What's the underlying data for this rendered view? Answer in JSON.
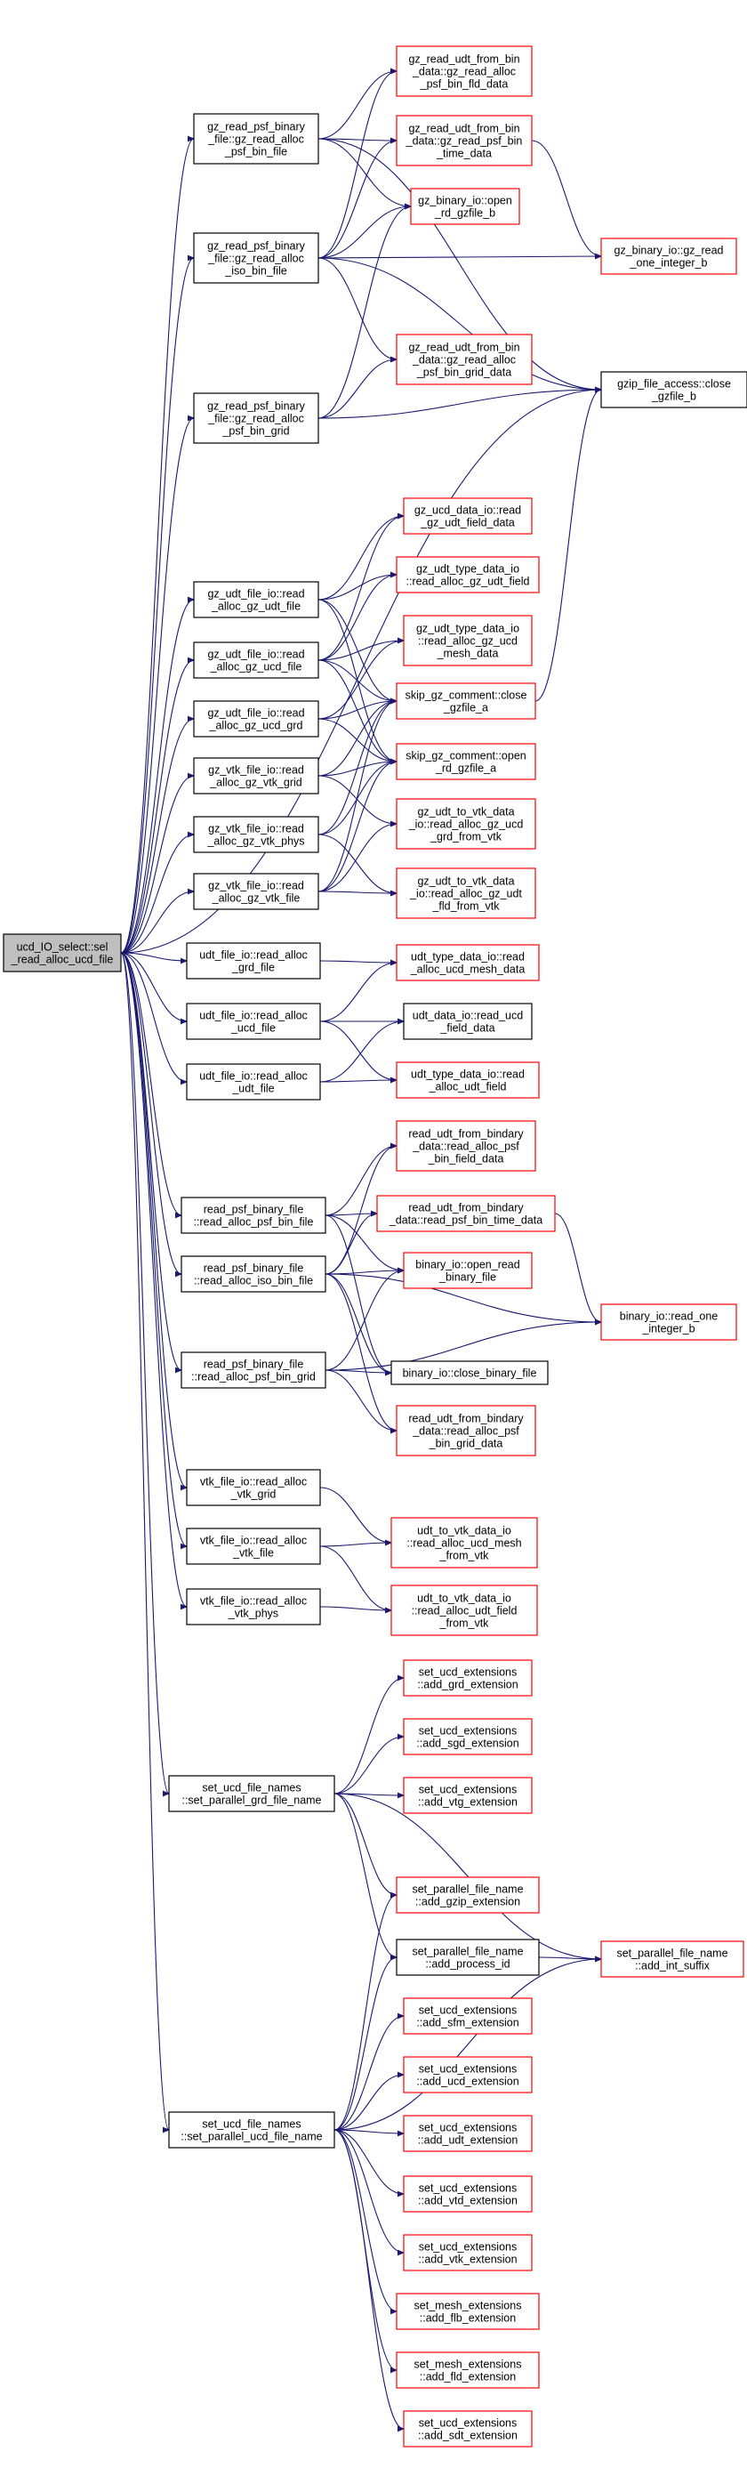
{
  "colors": {
    "edge": "#191970",
    "border_normal": "#000000",
    "border_external": "#ff0000",
    "fill_normal": "#ffffff",
    "fill_root": "#bfbfbf",
    "text": "#000000"
  },
  "nodes": [
    {
      "id": "root",
      "kind": "root",
      "lines": [
        "ucd_IO_select::sel",
        "_read_alloc_ucd_file"
      ]
    },
    {
      "id": "n_gzpsfbin",
      "kind": "normal",
      "lines": [
        "gz_read_psf_binary",
        "_file::gz_read_alloc",
        "_psf_bin_file"
      ]
    },
    {
      "id": "n_gzisobin",
      "kind": "normal",
      "lines": [
        "gz_read_psf_binary",
        "_file::gz_read_alloc",
        "_iso_bin_file"
      ]
    },
    {
      "id": "n_gzpsfgrid",
      "kind": "normal",
      "lines": [
        "gz_read_psf_binary",
        "_file::gz_read_alloc",
        "_psf_bin_grid"
      ]
    },
    {
      "id": "t_fld_data",
      "kind": "external",
      "lines": [
        "gz_read_udt_from_bin",
        "_data::gz_read_alloc",
        "_psf_bin_fld_data"
      ]
    },
    {
      "id": "t_time_data",
      "kind": "external",
      "lines": [
        "gz_read_udt_from_bin",
        "_data::gz_read_psf_bin",
        "_time_data"
      ]
    },
    {
      "id": "t_open_gz_b",
      "kind": "external",
      "lines": [
        "gz_binary_io::open",
        "_rd_gzfile_b"
      ]
    },
    {
      "id": "t_read_int_b",
      "kind": "external",
      "lines": [
        "gz_binary_io::gz_read",
        "_one_integer_b"
      ]
    },
    {
      "id": "t_grid_data",
      "kind": "external",
      "lines": [
        "gz_read_udt_from_bin",
        "_data::gz_read_alloc",
        "_psf_bin_grid_data"
      ]
    },
    {
      "id": "t_close_gz_b",
      "kind": "normal",
      "lines": [
        "gzip_file_access::close",
        "_gzfile_b"
      ]
    },
    {
      "id": "n_gzudt",
      "kind": "normal",
      "lines": [
        "gz_udt_file_io::read",
        "_alloc_gz_udt_file"
      ]
    },
    {
      "id": "n_gzucd",
      "kind": "normal",
      "lines": [
        "gz_udt_file_io::read",
        "_alloc_gz_ucd_file"
      ]
    },
    {
      "id": "n_gzucdgrd",
      "kind": "normal",
      "lines": [
        "gz_udt_file_io::read",
        "_alloc_gz_ucd_grd"
      ]
    },
    {
      "id": "n_gzvtkgrid",
      "kind": "normal",
      "lines": [
        "gz_vtk_file_io::read",
        "_alloc_gz_vtk_grid"
      ]
    },
    {
      "id": "n_gzvtkphys",
      "kind": "normal",
      "lines": [
        "gz_vtk_file_io::read",
        "_alloc_gz_vtk_phys"
      ]
    },
    {
      "id": "n_gzvtkfile",
      "kind": "normal",
      "lines": [
        "gz_vtk_file_io::read",
        "_alloc_gz_vtk_file"
      ]
    },
    {
      "id": "t_gz_udt_fld",
      "kind": "external",
      "lines": [
        "gz_ucd_data_io::read",
        "_gz_udt_field_data"
      ]
    },
    {
      "id": "t_gz_type_fld",
      "kind": "external",
      "lines": [
        "gz_udt_type_data_io",
        "::read_alloc_gz_udt_field"
      ]
    },
    {
      "id": "t_gz_type_mesh",
      "kind": "external",
      "lines": [
        "gz_udt_type_data_io",
        "::read_alloc_gz_ucd",
        "_mesh_data"
      ]
    },
    {
      "id": "t_skip_close",
      "kind": "external",
      "lines": [
        "skip_gz_comment::close",
        "_gzfile_a"
      ]
    },
    {
      "id": "t_skip_open",
      "kind": "external",
      "lines": [
        "skip_gz_comment::open",
        "_rd_gzfile_a"
      ]
    },
    {
      "id": "t_gz_vtk_grd",
      "kind": "external",
      "lines": [
        "gz_udt_to_vtk_data",
        "_io::read_alloc_gz_ucd",
        "_grd_from_vtk"
      ]
    },
    {
      "id": "t_gz_vtk_fld",
      "kind": "external",
      "lines": [
        "gz_udt_to_vtk_data",
        "_io::read_alloc_gz_udt",
        "_fld_from_vtk"
      ]
    },
    {
      "id": "n_udtgrd",
      "kind": "normal",
      "lines": [
        "udt_file_io::read_alloc",
        "_grd_file"
      ]
    },
    {
      "id": "n_udtucd",
      "kind": "normal",
      "lines": [
        "udt_file_io::read_alloc",
        "_ucd_file"
      ]
    },
    {
      "id": "n_udtudt",
      "kind": "normal",
      "lines": [
        "udt_file_io::read_alloc",
        "_udt_file"
      ]
    },
    {
      "id": "t_udt_mesh",
      "kind": "external",
      "lines": [
        "udt_type_data_io::read",
        "_alloc_ucd_mesh_data"
      ]
    },
    {
      "id": "t_udt_field",
      "kind": "normal",
      "lines": [
        "udt_data_io::read_ucd",
        "_field_data"
      ]
    },
    {
      "id": "t_udt_type_fld",
      "kind": "external",
      "lines": [
        "udt_type_data_io::read",
        "_alloc_udt_field"
      ]
    },
    {
      "id": "n_psfbin",
      "kind": "normal",
      "lines": [
        "read_psf_binary_file",
        "::read_alloc_psf_bin_file"
      ]
    },
    {
      "id": "n_isobin",
      "kind": "normal",
      "lines": [
        "read_psf_binary_file",
        "::read_alloc_iso_bin_file"
      ]
    },
    {
      "id": "n_psfgrid",
      "kind": "normal",
      "lines": [
        "read_psf_binary_file",
        "::read_alloc_psf_bin_grid"
      ]
    },
    {
      "id": "t_bin_fld",
      "kind": "external",
      "lines": [
        "read_udt_from_bindary",
        "_data::read_alloc_psf",
        "_bin_field_data"
      ]
    },
    {
      "id": "t_bin_time",
      "kind": "external",
      "lines": [
        "read_udt_from_bindary",
        "_data::read_psf_bin_time_data"
      ]
    },
    {
      "id": "t_bin_open",
      "kind": "external",
      "lines": [
        "binary_io::open_read",
        "_binary_file"
      ]
    },
    {
      "id": "t_bin_readint",
      "kind": "external",
      "lines": [
        "binary_io::read_one",
        "_integer_b"
      ]
    },
    {
      "id": "t_bin_close",
      "kind": "normal",
      "lines": [
        "binary_io::close_binary_file"
      ]
    },
    {
      "id": "t_bin_grid",
      "kind": "external",
      "lines": [
        "read_udt_from_bindary",
        "_data::read_alloc_psf",
        "_bin_grid_data"
      ]
    },
    {
      "id": "n_vtkgrid",
      "kind": "normal",
      "lines": [
        "vtk_file_io::read_alloc",
        "_vtk_grid"
      ]
    },
    {
      "id": "n_vtkfile",
      "kind": "normal",
      "lines": [
        "vtk_file_io::read_alloc",
        "_vtk_file"
      ]
    },
    {
      "id": "n_vtkphys",
      "kind": "normal",
      "lines": [
        "vtk_file_io::read_alloc",
        "_vtk_phys"
      ]
    },
    {
      "id": "t_vtk_mesh",
      "kind": "external",
      "lines": [
        "udt_to_vtk_data_io",
        "::read_alloc_ucd_mesh",
        "_from_vtk"
      ]
    },
    {
      "id": "t_vtk_fld",
      "kind": "external",
      "lines": [
        "udt_to_vtk_data_io",
        "::read_alloc_udt_field",
        "_from_vtk"
      ]
    },
    {
      "id": "n_setgrd",
      "kind": "normal",
      "lines": [
        "set_ucd_file_names",
        "::set_parallel_grd_file_name"
      ]
    },
    {
      "id": "n_setucd",
      "kind": "normal",
      "lines": [
        "set_ucd_file_names",
        "::set_parallel_ucd_file_name"
      ]
    },
    {
      "id": "t_ext_grd",
      "kind": "external",
      "lines": [
        "set_ucd_extensions",
        "::add_grd_extension"
      ]
    },
    {
      "id": "t_ext_sgd",
      "kind": "external",
      "lines": [
        "set_ucd_extensions",
        "::add_sgd_extension"
      ]
    },
    {
      "id": "t_ext_vtg",
      "kind": "external",
      "lines": [
        "set_ucd_extensions",
        "::add_vtg_extension"
      ]
    },
    {
      "id": "t_gzip_ext",
      "kind": "external",
      "lines": [
        "set_parallel_file_name",
        "::add_gzip_extension"
      ]
    },
    {
      "id": "t_process_id",
      "kind": "normal",
      "lines": [
        "set_parallel_file_name",
        "::add_process_id"
      ]
    },
    {
      "id": "t_int_suffix",
      "kind": "external",
      "lines": [
        "set_parallel_file_name",
        "::add_int_suffix"
      ]
    },
    {
      "id": "t_ext_sfm",
      "kind": "external",
      "lines": [
        "set_ucd_extensions",
        "::add_sfm_extension"
      ]
    },
    {
      "id": "t_ext_ucd",
      "kind": "external",
      "lines": [
        "set_ucd_extensions",
        "::add_ucd_extension"
      ]
    },
    {
      "id": "t_ext_udt",
      "kind": "external",
      "lines": [
        "set_ucd_extensions",
        "::add_udt_extension"
      ]
    },
    {
      "id": "t_ext_vtd",
      "kind": "external",
      "lines": [
        "set_ucd_extensions",
        "::add_vtd_extension"
      ]
    },
    {
      "id": "t_ext_vtk",
      "kind": "external",
      "lines": [
        "set_ucd_extensions",
        "::add_vtk_extension"
      ]
    },
    {
      "id": "t_ext_flb",
      "kind": "external",
      "lines": [
        "set_mesh_extensions",
        "::add_flb_extension"
      ]
    },
    {
      "id": "t_ext_fld",
      "kind": "external",
      "lines": [
        "set_mesh_extensions",
        "::add_fld_extension"
      ]
    },
    {
      "id": "t_ext_sdt",
      "kind": "external",
      "lines": [
        "set_ucd_extensions",
        "::add_sdt_extension"
      ]
    }
  ],
  "edges": [
    [
      "root",
      "n_gzpsfbin"
    ],
    [
      "root",
      "n_gzisobin"
    ],
    [
      "root",
      "n_gzpsfgrid"
    ],
    [
      "root",
      "n_gzudt"
    ],
    [
      "root",
      "n_gzucd"
    ],
    [
      "root",
      "n_gzucdgrd"
    ],
    [
      "root",
      "n_gzvtkgrid"
    ],
    [
      "root",
      "n_gzvtkphys"
    ],
    [
      "root",
      "n_gzvtkfile"
    ],
    [
      "root",
      "n_udtgrd"
    ],
    [
      "root",
      "n_udtucd"
    ],
    [
      "root",
      "n_udtudt"
    ],
    [
      "root",
      "n_psfbin"
    ],
    [
      "root",
      "n_isobin"
    ],
    [
      "root",
      "n_psfgrid"
    ],
    [
      "root",
      "n_vtkgrid"
    ],
    [
      "root",
      "n_vtkfile"
    ],
    [
      "root",
      "n_vtkphys"
    ],
    [
      "root",
      "n_setgrd"
    ],
    [
      "root",
      "n_setucd"
    ],
    [
      "root",
      "t_close_gz_b"
    ],
    [
      "n_gzpsfbin",
      "t_fld_data"
    ],
    [
      "n_gzpsfbin",
      "t_time_data"
    ],
    [
      "n_gzpsfbin",
      "t_open_gz_b"
    ],
    [
      "n_gzpsfbin",
      "t_close_gz_b"
    ],
    [
      "n_gzisobin",
      "t_fld_data"
    ],
    [
      "n_gzisobin",
      "t_time_data"
    ],
    [
      "n_gzisobin",
      "t_open_gz_b"
    ],
    [
      "n_gzisobin",
      "t_read_int_b"
    ],
    [
      "n_gzisobin",
      "t_grid_data"
    ],
    [
      "n_gzisobin",
      "t_close_gz_b"
    ],
    [
      "n_gzpsfgrid",
      "t_open_gz_b"
    ],
    [
      "n_gzpsfgrid",
      "t_grid_data"
    ],
    [
      "n_gzpsfgrid",
      "t_close_gz_b"
    ],
    [
      "t_time_data",
      "t_read_int_b"
    ],
    [
      "n_gzudt",
      "t_gz_udt_fld"
    ],
    [
      "n_gzudt",
      "t_gz_type_fld"
    ],
    [
      "n_gzudt",
      "t_skip_close"
    ],
    [
      "n_gzudt",
      "t_skip_open"
    ],
    [
      "n_gzucd",
      "t_gz_udt_fld"
    ],
    [
      "n_gzucd",
      "t_gz_type_fld"
    ],
    [
      "n_gzucd",
      "t_gz_type_mesh"
    ],
    [
      "n_gzucd",
      "t_skip_close"
    ],
    [
      "n_gzucd",
      "t_skip_open"
    ],
    [
      "n_gzucdgrd",
      "t_gz_type_mesh"
    ],
    [
      "n_gzucdgrd",
      "t_skip_close"
    ],
    [
      "n_gzucdgrd",
      "t_skip_open"
    ],
    [
      "n_gzvtkgrid",
      "t_skip_close"
    ],
    [
      "n_gzvtkgrid",
      "t_skip_open"
    ],
    [
      "n_gzvtkgrid",
      "t_gz_vtk_grd"
    ],
    [
      "n_gzvtkphys",
      "t_skip_close"
    ],
    [
      "n_gzvtkphys",
      "t_skip_open"
    ],
    [
      "n_gzvtkphys",
      "t_gz_vtk_fld"
    ],
    [
      "n_gzvtkfile",
      "t_skip_close"
    ],
    [
      "n_gzvtkfile",
      "t_skip_open"
    ],
    [
      "n_gzvtkfile",
      "t_gz_vtk_grd"
    ],
    [
      "n_gzvtkfile",
      "t_gz_vtk_fld"
    ],
    [
      "t_skip_close",
      "t_close_gz_b"
    ],
    [
      "n_udtgrd",
      "t_udt_mesh"
    ],
    [
      "n_udtucd",
      "t_udt_mesh"
    ],
    [
      "n_udtucd",
      "t_udt_field"
    ],
    [
      "n_udtucd",
      "t_udt_type_fld"
    ],
    [
      "n_udtudt",
      "t_udt_field"
    ],
    [
      "n_udtudt",
      "t_udt_type_fld"
    ],
    [
      "n_psfbin",
      "t_bin_fld"
    ],
    [
      "n_psfbin",
      "t_bin_time"
    ],
    [
      "n_psfbin",
      "t_bin_open"
    ],
    [
      "n_psfbin",
      "t_bin_close"
    ],
    [
      "n_isobin",
      "t_bin_fld"
    ],
    [
      "n_isobin",
      "t_bin_time"
    ],
    [
      "n_isobin",
      "t_bin_open"
    ],
    [
      "n_isobin",
      "t_bin_readint"
    ],
    [
      "n_isobin",
      "t_bin_close"
    ],
    [
      "n_isobin",
      "t_bin_grid"
    ],
    [
      "n_psfgrid",
      "t_bin_open"
    ],
    [
      "n_psfgrid",
      "t_bin_close"
    ],
    [
      "n_psfgrid",
      "t_bin_grid"
    ],
    [
      "n_psfgrid",
      "t_bin_readint"
    ],
    [
      "t_bin_time",
      "t_bin_readint"
    ],
    [
      "n_vtkgrid",
      "t_vtk_mesh"
    ],
    [
      "n_vtkfile",
      "t_vtk_mesh"
    ],
    [
      "n_vtkfile",
      "t_vtk_fld"
    ],
    [
      "n_vtkphys",
      "t_vtk_fld"
    ],
    [
      "n_setgrd",
      "t_ext_grd"
    ],
    [
      "n_setgrd",
      "t_ext_sgd"
    ],
    [
      "n_setgrd",
      "t_ext_vtg"
    ],
    [
      "n_setgrd",
      "t_gzip_ext"
    ],
    [
      "n_setgrd",
      "t_process_id"
    ],
    [
      "n_setgrd",
      "t_int_suffix"
    ],
    [
      "n_setucd",
      "t_gzip_ext"
    ],
    [
      "n_setucd",
      "t_process_id"
    ],
    [
      "n_setucd",
      "t_int_suffix"
    ],
    [
      "n_setucd",
      "t_ext_sfm"
    ],
    [
      "n_setucd",
      "t_ext_ucd"
    ],
    [
      "n_setucd",
      "t_ext_udt"
    ],
    [
      "n_setucd",
      "t_ext_vtd"
    ],
    [
      "n_setucd",
      "t_ext_vtk"
    ],
    [
      "n_setucd",
      "t_ext_flb"
    ],
    [
      "n_setucd",
      "t_ext_fld"
    ],
    [
      "n_setucd",
      "t_ext_sdt"
    ],
    [
      "t_process_id",
      "t_int_suffix"
    ]
  ]
}
